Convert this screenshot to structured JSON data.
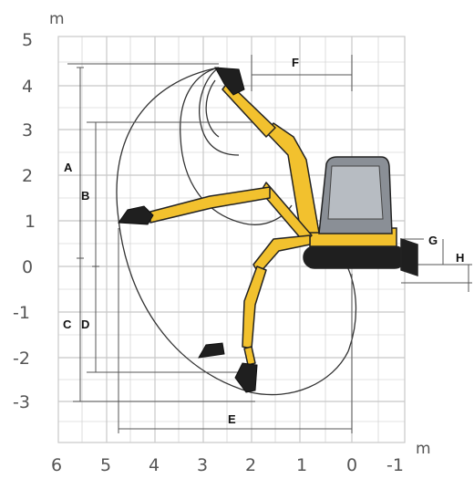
{
  "units": {
    "top": "m",
    "bottom": "m"
  },
  "axes": {
    "x_ticks": [
      "6",
      "5",
      "4",
      "3",
      "2",
      "1",
      "0",
      "-1"
    ],
    "y_ticks": [
      "5",
      "4",
      "3",
      "2",
      "1",
      "0",
      "-1",
      "-2",
      "-3"
    ]
  },
  "dimensions": {
    "A": "A",
    "B": "B",
    "C": "C",
    "D": "D",
    "E": "E",
    "F": "F",
    "G": "G",
    "H": "H"
  },
  "colors": {
    "grid": "#c8c8c8",
    "arm": "#f2c12e",
    "outline": "#222222",
    "cab": "#8a8f96",
    "track": "#1f1f1f"
  }
}
